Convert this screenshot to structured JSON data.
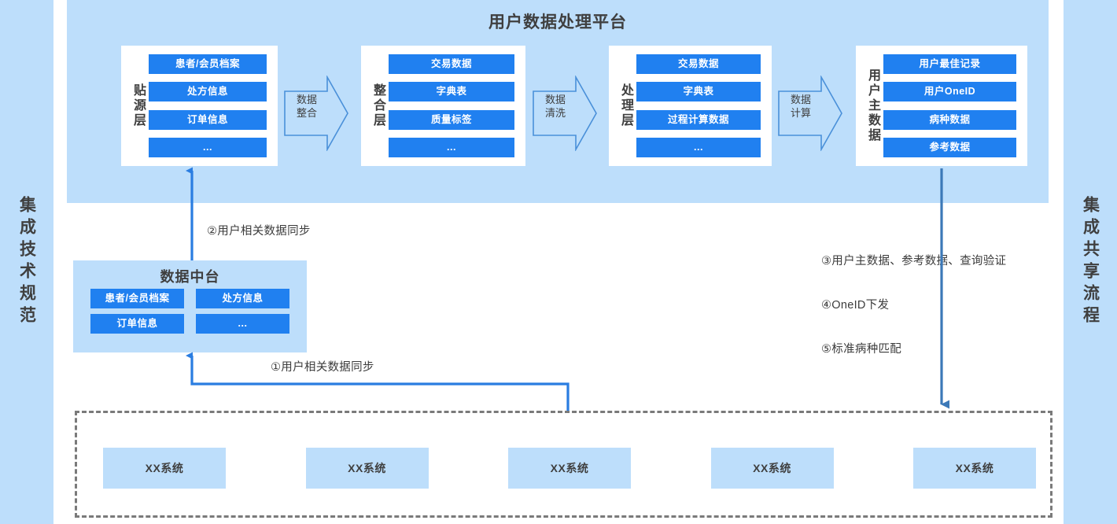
{
  "rails": {
    "left": {
      "name": "integration-tech-spec",
      "text": "集成技术规范"
    },
    "right": {
      "name": "integration-share-flow",
      "text": "集成共享流程"
    }
  },
  "platform": {
    "title": "用户数据处理平台",
    "layers": [
      {
        "name": "贴源层",
        "items": [
          "患者/会员档案",
          "处方信息",
          "订单信息",
          "..."
        ]
      },
      {
        "name": "整合层",
        "items": [
          "交易数据",
          "字典表",
          "质量标签",
          "..."
        ]
      },
      {
        "name": "处理层",
        "items": [
          "交易数据",
          "字典表",
          "过程计算数据",
          "..."
        ]
      },
      {
        "name": "用户主数据",
        "items": [
          "用户最佳记录",
          "用户OneID",
          "病种数据",
          "参考数据"
        ]
      }
    ],
    "arrows": [
      {
        "line1": "数据",
        "line2": "整合"
      },
      {
        "line1": "数据",
        "line2": "清洗"
      },
      {
        "line1": "数据",
        "line2": "计算"
      }
    ]
  },
  "midbox": {
    "title": "数据中台",
    "items": [
      "患者/会员档案",
      "处方信息",
      "订单信息",
      "..."
    ]
  },
  "source_systems": {
    "boxes": [
      "XX系统",
      "XX系统",
      "XX系统",
      "XX系统",
      "XX系统"
    ]
  },
  "annotations": {
    "step1": "①用户相关数据同步",
    "step2": "②用户相关数据同步",
    "step3": "③用户主数据、参考数据、查询验证",
    "step4": "④OneID下发",
    "step5": "⑤标准病种匹配"
  },
  "colors": {
    "panel_blue": "#bddefb",
    "chip_blue": "#2080f0",
    "arrow_blue": "#2f7fd0",
    "connector_blue": "#2a7de1",
    "dashed_gray": "#7a7a7a",
    "text_dark": "#3f3f3f"
  }
}
